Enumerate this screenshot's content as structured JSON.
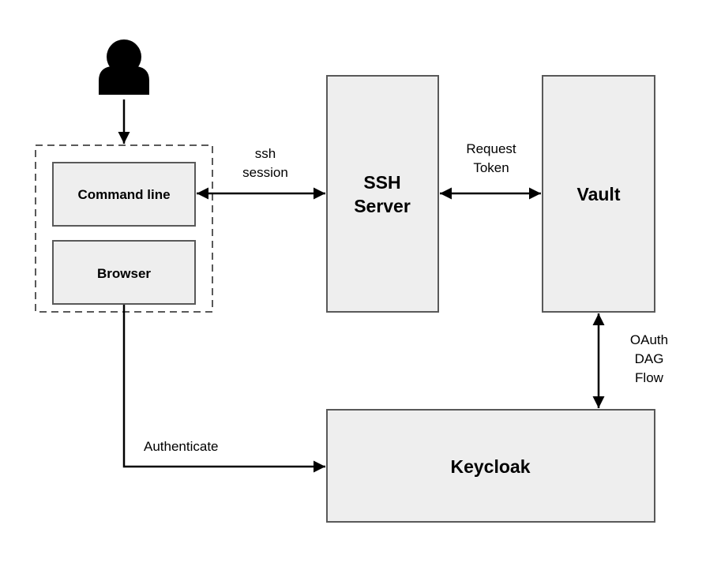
{
  "nodes": {
    "command_line": "Command line",
    "browser": "Browser",
    "ssh_server_line1": "SSH",
    "ssh_server_line2": "Server",
    "vault": "Vault",
    "keycloak": "Keycloak"
  },
  "edges": {
    "ssh_session_line1": "ssh",
    "ssh_session_line2": "session",
    "request_token_line1": "Request",
    "request_token_line2": "Token",
    "oauth_line1": "OAuth",
    "oauth_line2": "DAG",
    "oauth_line3": "Flow",
    "authenticate": "Authenticate"
  },
  "icons": {
    "user": "user-icon"
  },
  "colors": {
    "box_fill": "#eeeeee",
    "box_stroke": "#595959",
    "arrow": "#000000"
  }
}
